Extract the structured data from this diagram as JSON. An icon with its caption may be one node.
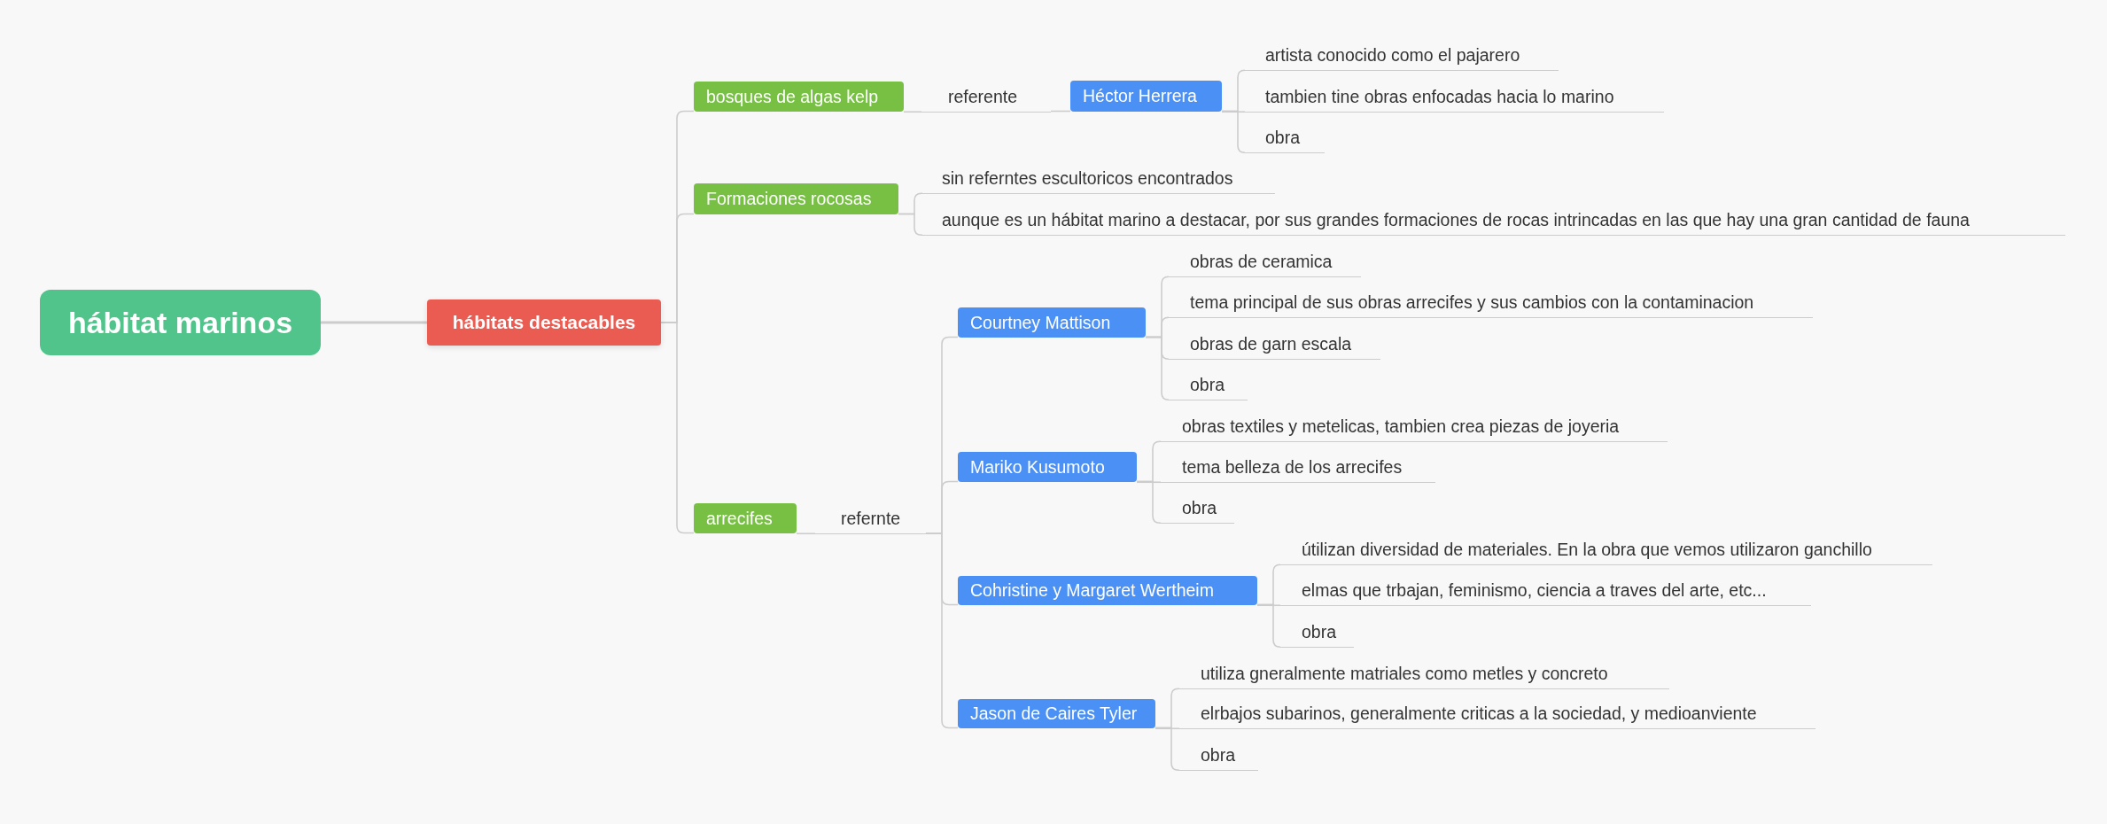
{
  "diagram": {
    "nodes": [
      {
        "text": [
          "hábitat marinos"
        ]
      },
      {
        "text": [
          "hábitats destacables"
        ]
      },
      {
        "text": [
          "bosques de algas kelp"
        ]
      },
      {
        "text": [
          "referente"
        ]
      },
      {
        "text": [
          "Héctor Herrera"
        ]
      },
      {
        "text": [
          "artista conocido como el pajarero"
        ]
      },
      {
        "text": [
          "tambien tine obras enfocadas hacia lo marino"
        ]
      },
      {
        "text": [
          "obra"
        ]
      },
      {
        "text": [
          "Formaciones rocosas"
        ]
      },
      {
        "text": [
          "sin referntes escultoricos encontrados"
        ]
      },
      {
        "text": [
          "aunque es un hábitat marino a destacar, por sus grandes formaciones de rocas intrincadas en las que hay una gran cantidad de fauna"
        ]
      },
      {
        "text": [
          "arrecifes"
        ]
      },
      {
        "text": [
          "refernte"
        ]
      },
      {
        "text": [
          "Courtney Mattison"
        ]
      },
      {
        "text": [
          "obras de ceramica"
        ]
      },
      {
        "text": [
          "tema principal de sus obras arrecifes y sus cambios con la contaminacion"
        ]
      },
      {
        "text": [
          "obras de garn escala"
        ]
      },
      {
        "text": [
          "obra"
        ]
      },
      {
        "text": [
          "Mariko Kusumoto"
        ]
      },
      {
        "text": [
          "obras textiles y metelicas, tambien crea piezas de joyeria"
        ]
      },
      {
        "text": [
          "tema belleza de los arrecifes"
        ]
      },
      {
        "text": [
          "obra"
        ]
      },
      {
        "text": [
          "Cohristine y Margaret Wertheim"
        ]
      },
      {
        "text": [
          "útilizan diversidad de materiales. En la obra que vemos utilizaron ganchillo"
        ]
      },
      {
        "text": [
          "elmas que trbajan, feminismo, ciencia a traves del arte, etc..."
        ]
      },
      {
        "text": [
          "obra"
        ]
      },
      {
        "text": [
          "Jason de Caires Tyler"
        ]
      },
      {
        "text": [
          "utiliza gneralmente matriales como metles y concreto"
        ]
      },
      {
        "text": [
          "elrbajos subarinos, generalmente criticas a la sociedad, y medioanviente"
        ]
      },
      {
        "text": [
          "obra"
        ]
      }
    ],
    "edges": [
      {
        "from": 0,
        "to": 1,
        "arrow": "none"
      },
      {
        "from": 1,
        "to": 2,
        "arrow": "none"
      },
      {
        "from": 1,
        "to": 8,
        "arrow": "none"
      },
      {
        "from": 1,
        "to": 11,
        "arrow": "none"
      },
      {
        "from": 2,
        "to": 3,
        "arrow": "none"
      },
      {
        "from": 3,
        "to": 4,
        "arrow": "none"
      },
      {
        "from": 4,
        "to": 5,
        "arrow": "none"
      },
      {
        "from": 4,
        "to": 6,
        "arrow": "none"
      },
      {
        "from": 4,
        "to": 7,
        "arrow": "none"
      },
      {
        "from": 8,
        "to": 9,
        "arrow": "none"
      },
      {
        "from": 8,
        "to": 10,
        "arrow": "none"
      },
      {
        "from": 11,
        "to": 12,
        "arrow": "none"
      },
      {
        "from": 12,
        "to": 13,
        "arrow": "none"
      },
      {
        "from": 12,
        "to": 18,
        "arrow": "none"
      },
      {
        "from": 12,
        "to": 22,
        "arrow": "none"
      },
      {
        "from": 12,
        "to": 26,
        "arrow": "none"
      },
      {
        "from": 13,
        "to": 14,
        "arrow": "none"
      },
      {
        "from": 13,
        "to": 15,
        "arrow": "none"
      },
      {
        "from": 13,
        "to": 16,
        "arrow": "none"
      },
      {
        "from": 13,
        "to": 17,
        "arrow": "none"
      },
      {
        "from": 18,
        "to": 19,
        "arrow": "none"
      },
      {
        "from": 18,
        "to": 20,
        "arrow": "none"
      },
      {
        "from": 18,
        "to": 21,
        "arrow": "none"
      },
      {
        "from": 22,
        "to": 23,
        "arrow": "none"
      },
      {
        "from": 22,
        "to": 24,
        "arrow": "none"
      },
      {
        "from": 22,
        "to": 25,
        "arrow": "none"
      },
      {
        "from": 26,
        "to": 27,
        "arrow": "none"
      },
      {
        "from": 26,
        "to": 28,
        "arrow": "none"
      },
      {
        "from": 26,
        "to": 29,
        "arrow": "none"
      }
    ]
  }
}
